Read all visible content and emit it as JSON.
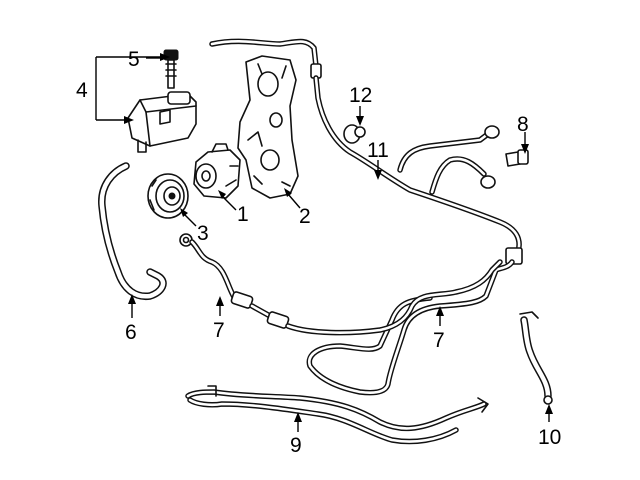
{
  "callouts": {
    "c1": "1",
    "c2": "2",
    "c3": "3",
    "c4": "4",
    "c5": "5",
    "c6": "6",
    "c7a": "7",
    "c7b": "7",
    "c8": "8",
    "c9": "9",
    "c10": "10",
    "c11": "11",
    "c12": "12"
  },
  "colors": {
    "line": "#111111",
    "background": "#ffffff"
  }
}
